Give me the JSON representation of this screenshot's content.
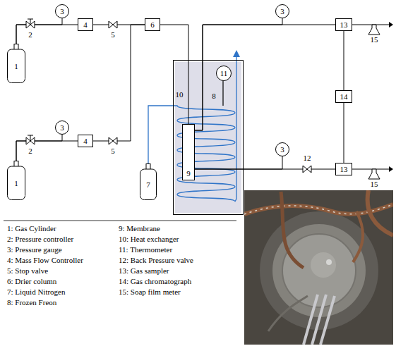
{
  "diagram": {
    "nodes": [
      {
        "text": [
          "1"
        ]
      },
      {
        "text": [
          "1"
        ]
      },
      {
        "text": [
          "3"
        ]
      },
      {
        "text": [
          "3"
        ]
      },
      {
        "text": [
          "4"
        ]
      },
      {
        "text": [
          "4"
        ]
      },
      {
        "text": [
          "6"
        ]
      },
      {
        "text": [
          "7"
        ]
      },
      {
        "text": [
          "8"
        ]
      },
      {
        "text": [
          "9"
        ],
        "in": 8
      },
      {
        "text": [
          "11"
        ],
        "in": 8
      },
      {
        "text": [
          "3"
        ]
      },
      {
        "text": [
          "3"
        ]
      },
      {
        "text": [
          "13"
        ]
      },
      {
        "text": [
          "13"
        ]
      },
      {
        "text": [
          "14"
        ]
      },
      {
        "text": [
          "15"
        ]
      },
      {
        "text": [
          "15"
        ]
      }
    ],
    "edges": [
      {
        "from": 0,
        "to": 4,
        "arrow": "none"
      },
      {
        "from": 0,
        "to": 2,
        "arrow": "none"
      },
      {
        "from": 1,
        "to": 5,
        "arrow": "none"
      },
      {
        "from": 1,
        "to": 3,
        "arrow": "none"
      },
      {
        "from": 4,
        "to": 6,
        "arrow": "none"
      },
      {
        "from": 5,
        "to": 6,
        "arrow": "none"
      },
      {
        "from": 6,
        "to": 9,
        "arrow": "none"
      },
      {
        "from": 9,
        "to": 13,
        "arrow": "none"
      },
      {
        "from": 9,
        "to": 11,
        "arrow": "none"
      },
      {
        "from": 9,
        "to": 14,
        "arrow": "none"
      },
      {
        "from": 9,
        "to": 12,
        "arrow": "none"
      },
      {
        "from": 13,
        "to": 15,
        "arrow": "none"
      },
      {
        "from": 15,
        "to": 14,
        "arrow": "none"
      },
      {
        "from": 13,
        "to": 16,
        "arrow": "none"
      },
      {
        "from": 14,
        "to": 17,
        "arrow": "none"
      },
      {
        "from": 7,
        "to": 8,
        "arrow": "none"
      }
    ],
    "labels": [
      "2",
      "5",
      "2",
      "5",
      "10",
      "12",
      "1: Gas Cylinder",
      "2: Pressure controller",
      "3: Pressure gauge",
      "4: Mass Flow Controller",
      "5: Stop valve",
      "6: Drier column",
      "7: Liquid Nitrogen",
      "8: Frozen Freon",
      "9: Membrane",
      "10: Heat exchanger",
      "11: Thermometer",
      "12: Back Pressure valve",
      "13: Gas sampler",
      "14: Gas chromatograph",
      "15: Soap film meter"
    ]
  }
}
